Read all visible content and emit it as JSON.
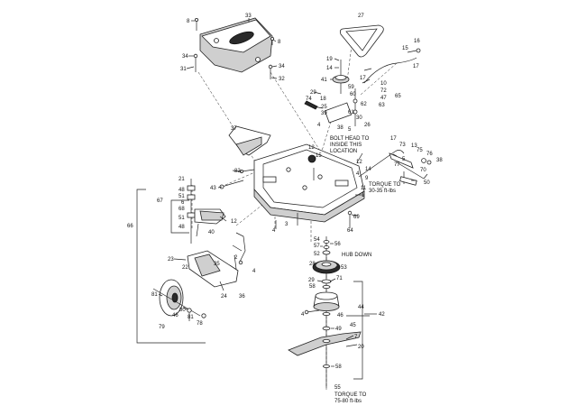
{
  "callouts": [
    {
      "id": "c8a",
      "text": "8"
    },
    {
      "id": "c33",
      "text": "33"
    },
    {
      "id": "c8b",
      "text": "8"
    },
    {
      "id": "c34a",
      "text": "34"
    },
    {
      "id": "c34b",
      "text": "34"
    },
    {
      "id": "c31",
      "text": "31"
    },
    {
      "id": "c32",
      "text": "32"
    },
    {
      "id": "c27",
      "text": "27"
    },
    {
      "id": "c15",
      "text": "15"
    },
    {
      "id": "c16",
      "text": "16"
    },
    {
      "id": "c17a",
      "text": "17"
    },
    {
      "id": "c19",
      "text": "19"
    },
    {
      "id": "c14a",
      "text": "14"
    },
    {
      "id": "c41",
      "text": "41"
    },
    {
      "id": "c59",
      "text": "59"
    },
    {
      "id": "c60",
      "text": "60"
    },
    {
      "id": "c17b",
      "text": "17"
    },
    {
      "id": "c10",
      "text": "10"
    },
    {
      "id": "c72",
      "text": "72"
    },
    {
      "id": "c47",
      "text": "47"
    },
    {
      "id": "c63",
      "text": "63"
    },
    {
      "id": "c65",
      "text": "65"
    },
    {
      "id": "c29",
      "text": "29"
    },
    {
      "id": "c74",
      "text": "74"
    },
    {
      "id": "c18",
      "text": "18"
    },
    {
      "id": "c25",
      "text": "25"
    },
    {
      "id": "c39",
      "text": "39"
    },
    {
      "id": "c62",
      "text": "62"
    },
    {
      "id": "c61",
      "text": "61"
    },
    {
      "id": "c30",
      "text": "30"
    },
    {
      "id": "c26",
      "text": "26"
    },
    {
      "id": "c4a",
      "text": "4"
    },
    {
      "id": "c38",
      "text": "38"
    },
    {
      "id": "c5",
      "text": "5"
    },
    {
      "id": "c37",
      "text": "37"
    },
    {
      "id": "c12a",
      "text": "12"
    },
    {
      "id": "c15b",
      "text": "15"
    },
    {
      "id": "c17c",
      "text": "17"
    },
    {
      "id": "c73",
      "text": "73"
    },
    {
      "id": "c13",
      "text": "13"
    },
    {
      "id": "c75",
      "text": "75"
    },
    {
      "id": "c76",
      "text": "76"
    },
    {
      "id": "c77",
      "text": "77"
    },
    {
      "id": "c5b",
      "text": "5"
    },
    {
      "id": "c38b",
      "text": "38"
    },
    {
      "id": "c70",
      "text": "70"
    },
    {
      "id": "c50",
      "text": "50"
    },
    {
      "id": "c12b",
      "text": "12"
    },
    {
      "id": "c14b",
      "text": "14"
    },
    {
      "id": "c4b",
      "text": "4"
    },
    {
      "id": "c9",
      "text": "9"
    },
    {
      "id": "c11",
      "text": "11"
    },
    {
      "id": "c82",
      "text": "82"
    },
    {
      "id": "c43",
      "text": "43"
    },
    {
      "id": "c1",
      "text": "1"
    },
    {
      "id": "c21",
      "text": "21"
    },
    {
      "id": "c48a",
      "text": "48"
    },
    {
      "id": "c51a",
      "text": "51"
    },
    {
      "id": "c67",
      "text": "67"
    },
    {
      "id": "c6",
      "text": "6"
    },
    {
      "id": "c68",
      "text": "68"
    },
    {
      "id": "c51b",
      "text": "51"
    },
    {
      "id": "c48b",
      "text": "48"
    },
    {
      "id": "c40",
      "text": "40"
    },
    {
      "id": "c12c",
      "text": "12"
    },
    {
      "id": "c69",
      "text": "69"
    },
    {
      "id": "c64",
      "text": "64"
    },
    {
      "id": "c66",
      "text": "66"
    },
    {
      "id": "c3",
      "text": "3"
    },
    {
      "id": "c4c",
      "text": "4"
    },
    {
      "id": "c2",
      "text": "2"
    },
    {
      "id": "c4d",
      "text": "4"
    },
    {
      "id": "c23",
      "text": "23"
    },
    {
      "id": "c22",
      "text": "22"
    },
    {
      "id": "c35",
      "text": "35"
    },
    {
      "id": "c24",
      "text": "24"
    },
    {
      "id": "c36",
      "text": "36"
    },
    {
      "id": "c81a",
      "text": "81"
    },
    {
      "id": "c80",
      "text": "80"
    },
    {
      "id": "c46a",
      "text": "46"
    },
    {
      "id": "c81b",
      "text": "81"
    },
    {
      "id": "c78",
      "text": "78"
    },
    {
      "id": "c79",
      "text": "79"
    },
    {
      "id": "c54",
      "text": "54"
    },
    {
      "id": "c57",
      "text": "57"
    },
    {
      "id": "c56",
      "text": "56"
    },
    {
      "id": "c52",
      "text": "52"
    },
    {
      "id": "c28",
      "text": "28"
    },
    {
      "id": "c53",
      "text": "53"
    },
    {
      "id": "c29b",
      "text": "29"
    },
    {
      "id": "c58",
      "text": "58"
    },
    {
      "id": "c71",
      "text": "71"
    },
    {
      "id": "c44",
      "text": "44"
    },
    {
      "id": "c42",
      "text": "42"
    },
    {
      "id": "c4e",
      "text": "4"
    },
    {
      "id": "c46b",
      "text": "46"
    },
    {
      "id": "c49",
      "text": "49"
    },
    {
      "id": "c7",
      "text": "7"
    },
    {
      "id": "c20",
      "text": "20"
    },
    {
      "id": "c58b",
      "text": "58"
    },
    {
      "id": "c55",
      "text": "55"
    },
    {
      "id": "c45",
      "text": "45"
    }
  ],
  "notes": {
    "bolt_head": [
      "BOLT HEAD TO",
      "INSIDE THIS",
      "LOCATION"
    ],
    "torque_a": [
      "TORQUE TO",
      "30-35 ft-lbs"
    ],
    "hub_down": "HUB DOWN",
    "torque_b": [
      "TORQUE TO",
      "75-80 ft-lbs"
    ]
  }
}
